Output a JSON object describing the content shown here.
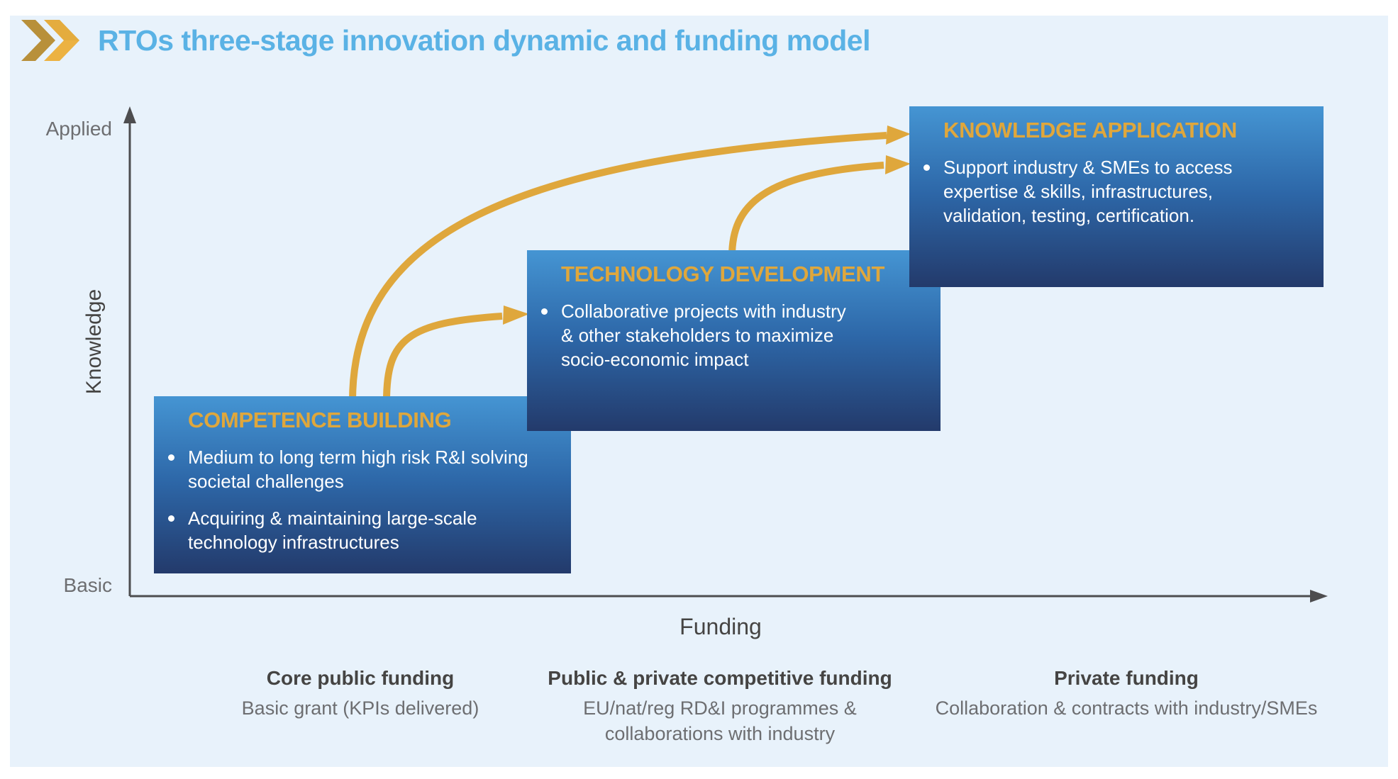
{
  "header": {
    "icon": "double-chevron-right",
    "title": "RTOs three-stage innovation dynamic and funding model"
  },
  "axes": {
    "y_label": "Knowledge",
    "y_top_tick": "Applied",
    "y_bottom_tick": "Basic",
    "x_label": "Funding"
  },
  "stages": [
    {
      "title": "COMPETENCE BUILDING",
      "bullets": [
        "Medium to long term high risk R&I solving\nsocietal challenges",
        "Acquiring & maintaining large-scale\ntechnology infrastructures"
      ]
    },
    {
      "title": "TECHNOLOGY DEVELOPMENT",
      "bullets": [
        "Collaborative projects with industry\n& other stakeholders to maximize\nsocio-economic impact"
      ]
    },
    {
      "title": "KNOWLEDGE APPLICATION",
      "bullets": [
        "Support industry & SMEs to access\nexpertise & skills, infrastructures,\nvalidation, testing, certification."
      ]
    }
  ],
  "funding_columns": [
    {
      "title": "Core public funding",
      "subtitle": "Basic grant (KPIs delivered)"
    },
    {
      "title": "Public & private competitive funding",
      "subtitle": "EU/nat/reg RD&I programmes &\ncollaborations with industry"
    },
    {
      "title": "Private funding",
      "subtitle": "Collaboration & contracts with industry/SMEs"
    }
  ],
  "colors": {
    "panel_bg": "#e8f2fb",
    "title_blue": "#5ab2e5",
    "gold": "#dfa73c",
    "gold_dark": "#b8903a",
    "gold_bright": "#ecb242",
    "box_top": "#4595d3",
    "box_mid": "#2d67a8",
    "box_bottom": "#233a6b",
    "axis_gray": "#4d4d4f",
    "text_dark": "#454443",
    "text_gray": "#6d6e71",
    "bullet_white": "#ffffff"
  }
}
